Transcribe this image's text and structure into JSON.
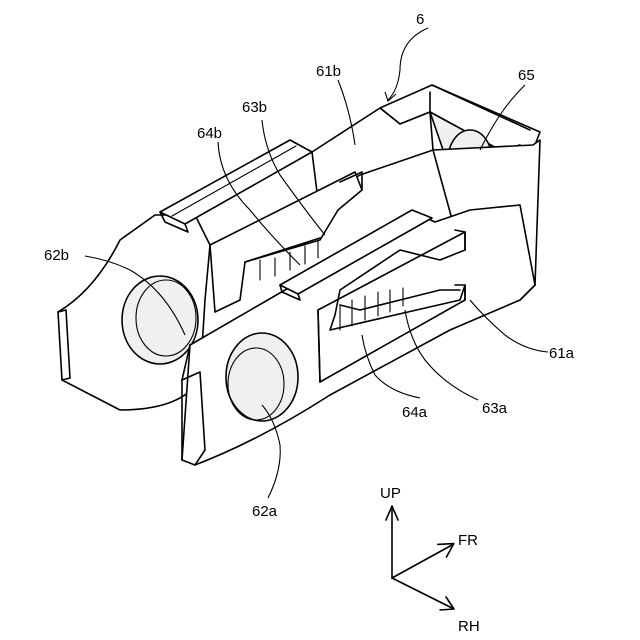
{
  "figure": {
    "ref_main": "6",
    "labels": {
      "l61b": "61b",
      "l65": "65",
      "l63b": "63b",
      "l64b": "64b",
      "l62b": "62b",
      "l61a": "61a",
      "l64a": "64a",
      "l63a": "63a",
      "l62a": "62a"
    },
    "axes": {
      "up": "UP",
      "fr": "FR",
      "rh": "RH"
    }
  }
}
